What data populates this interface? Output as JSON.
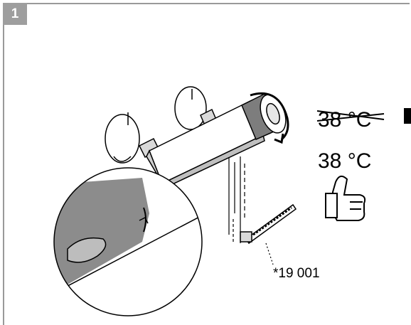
{
  "step_number": "1",
  "temperature_crossed": "38 °C",
  "temperature_ok": "38 °C",
  "part_number": "*19 001"
}
